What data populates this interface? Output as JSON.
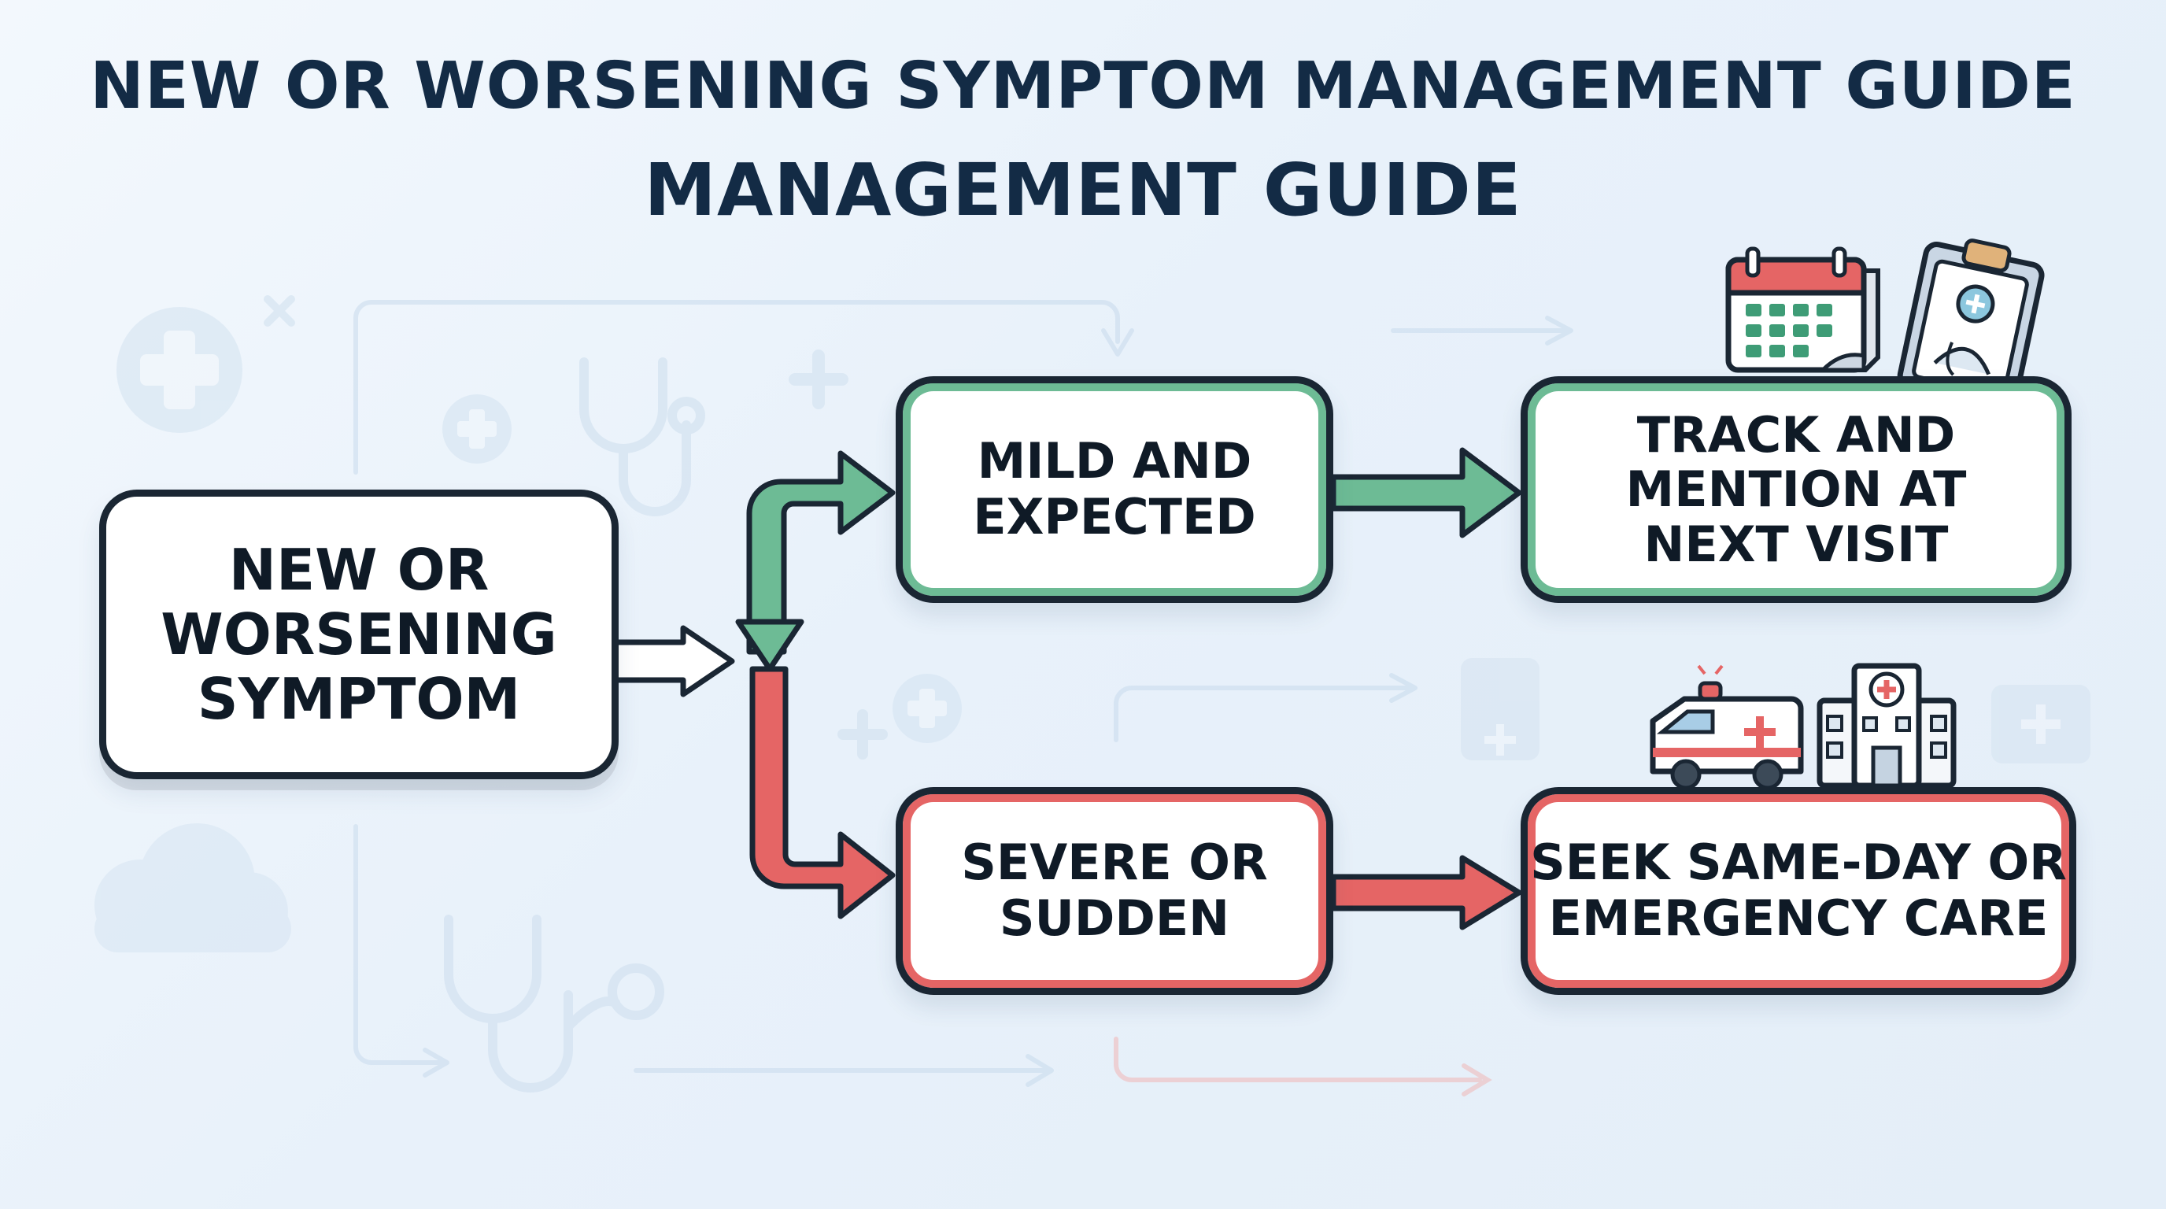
{
  "title": {
    "line1": "NEW OR WORSENING SYMPTOM MANAGEMENT GUIDE",
    "line2": "MANAGEMENT GUIDE"
  },
  "nodes": {
    "start": "NEW OR\nWORSENING\nSYMPTOM",
    "mild": "MILD AND\nEXPECTED",
    "track": "TRACK AND\nMENTION AT\nNEXT VISIT",
    "severe": "SEVERE OR\nSUDDEN",
    "care": "SEEK SAME-DAY OR\nEMERGENCY CARE"
  },
  "colors": {
    "green": "#6dbb95",
    "red": "#e56565",
    "outline": "#1a2633",
    "title": "#132b45"
  },
  "icons": [
    "calendar-icon",
    "clipboard-doctor-icon",
    "ambulance-icon",
    "hospital-icon",
    "medical-cross-icon",
    "stethoscope-icon"
  ]
}
